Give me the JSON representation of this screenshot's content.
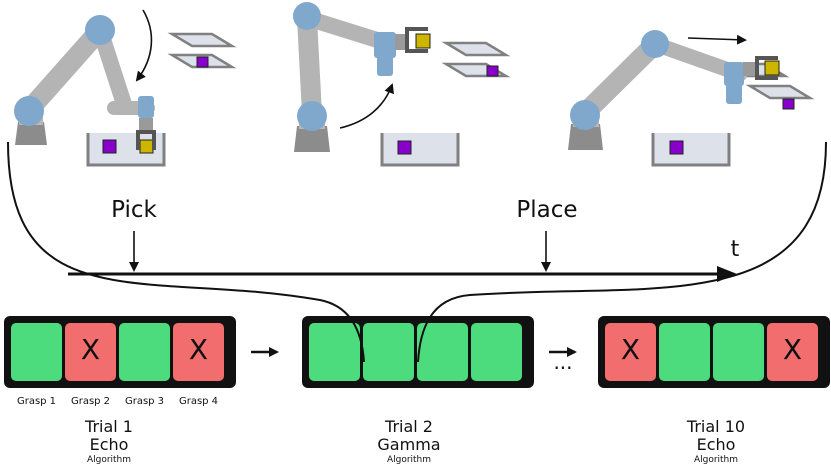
{
  "phases": {
    "pick": "Pick",
    "place": "Place"
  },
  "time_axis_label": "t",
  "colors": {
    "success": "#4cdc7e",
    "fail": "#f26d6d",
    "tray_frame": "#111111",
    "robot_link": "#b4b4b4",
    "robot_joint": "#7fa8cc",
    "object_yellow": "#cdb600",
    "object_purple": "#8800cc"
  },
  "trials": [
    {
      "title": "Trial 1",
      "algorithm": "Echo",
      "algorithm_caption": "Algorithm",
      "grasps": [
        {
          "label": "Grasp 1",
          "result": "success",
          "mark": ""
        },
        {
          "label": "Grasp 2",
          "result": "fail",
          "mark": "X"
        },
        {
          "label": "Grasp 3",
          "result": "success",
          "mark": ""
        },
        {
          "label": "Grasp 4",
          "result": "fail",
          "mark": "X"
        }
      ]
    },
    {
      "title": "Trial 2",
      "algorithm": "Gamma",
      "algorithm_caption": "Algorithm",
      "grasps": [
        {
          "label": "",
          "result": "success",
          "mark": ""
        },
        {
          "label": "",
          "result": "success",
          "mark": ""
        },
        {
          "label": "",
          "result": "success",
          "mark": ""
        },
        {
          "label": "",
          "result": "success",
          "mark": ""
        }
      ]
    },
    {
      "title": "Trial 10",
      "algorithm": "Echo",
      "algorithm_caption": "Algorithm",
      "grasps": [
        {
          "label": "",
          "result": "fail",
          "mark": "X"
        },
        {
          "label": "",
          "result": "success",
          "mark": ""
        },
        {
          "label": "",
          "result": "success",
          "mark": ""
        },
        {
          "label": "",
          "result": "fail",
          "mark": "X"
        }
      ]
    }
  ],
  "ellipsis": "..."
}
